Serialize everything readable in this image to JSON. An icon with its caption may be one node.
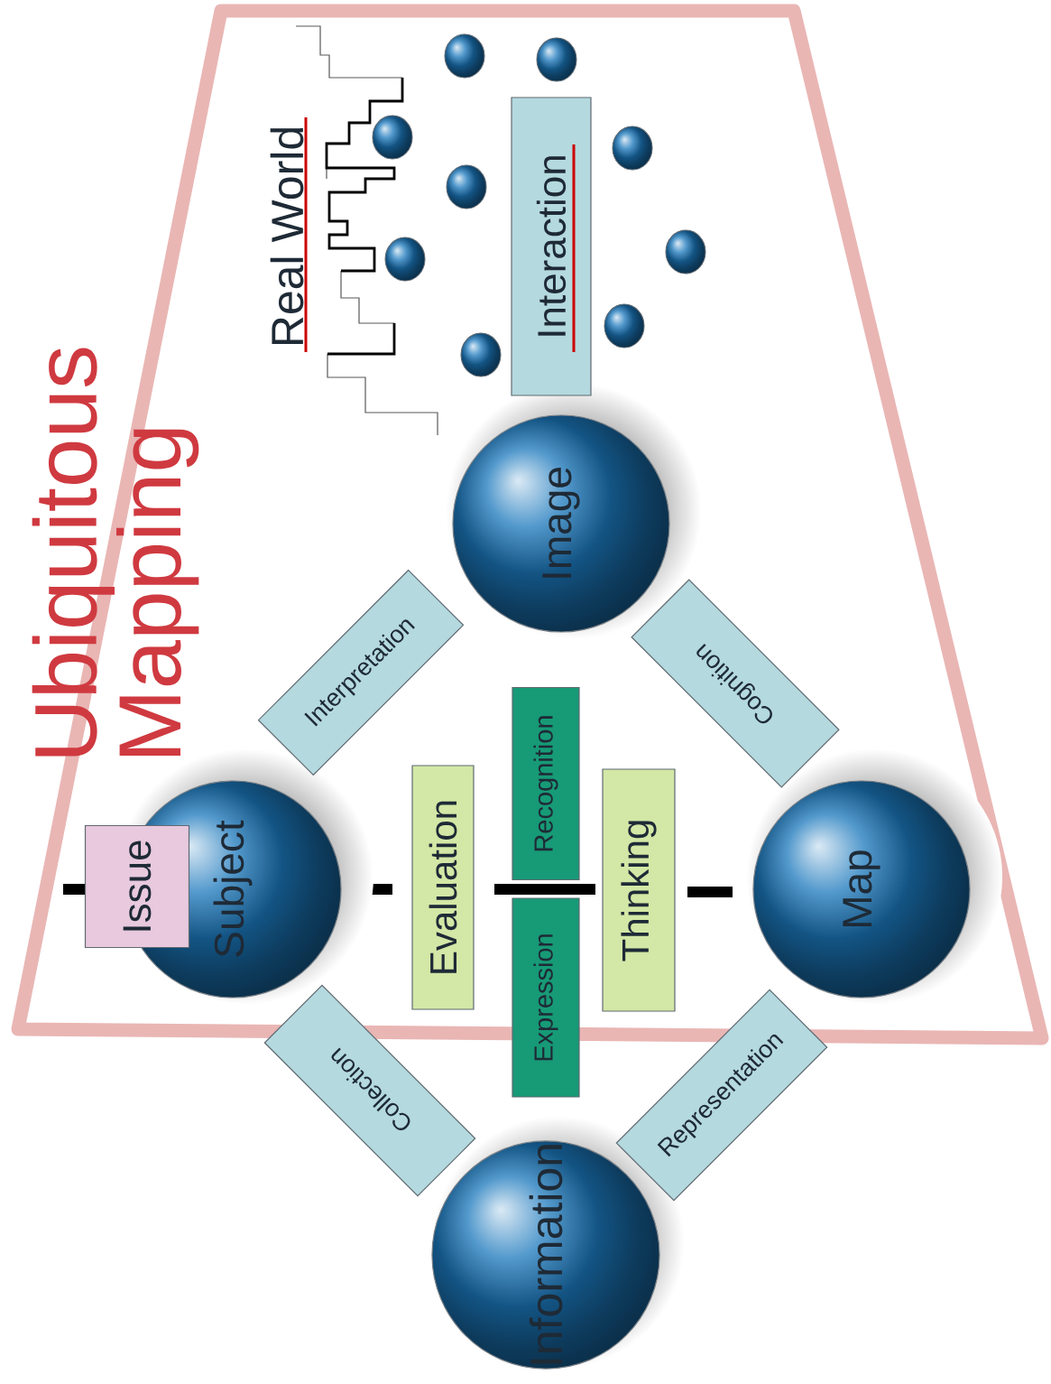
{
  "diagram": {
    "title": "Ubiquitous Mapping",
    "nodes": [
      {
        "text": [
          "Subject"
        ]
      },
      {
        "text": [
          "Issue"
        ]
      },
      {
        "text": [
          "Image"
        ]
      },
      {
        "text": [
          "Map"
        ]
      },
      {
        "text": [
          "Information"
        ]
      },
      {
        "text": [
          "Interpretation"
        ]
      },
      {
        "text": [
          "Cognition"
        ]
      },
      {
        "text": [
          "Collection"
        ]
      },
      {
        "text": [
          "Representation"
        ]
      },
      {
        "text": [
          "Evaluation"
        ]
      },
      {
        "text": [
          "Recognition"
        ]
      },
      {
        "text": [
          "Expression"
        ]
      },
      {
        "text": [
          "Thinking"
        ]
      },
      {
        "text": [
          "Interaction"
        ]
      }
    ],
    "labels": [
      "Real World"
    ]
  }
}
